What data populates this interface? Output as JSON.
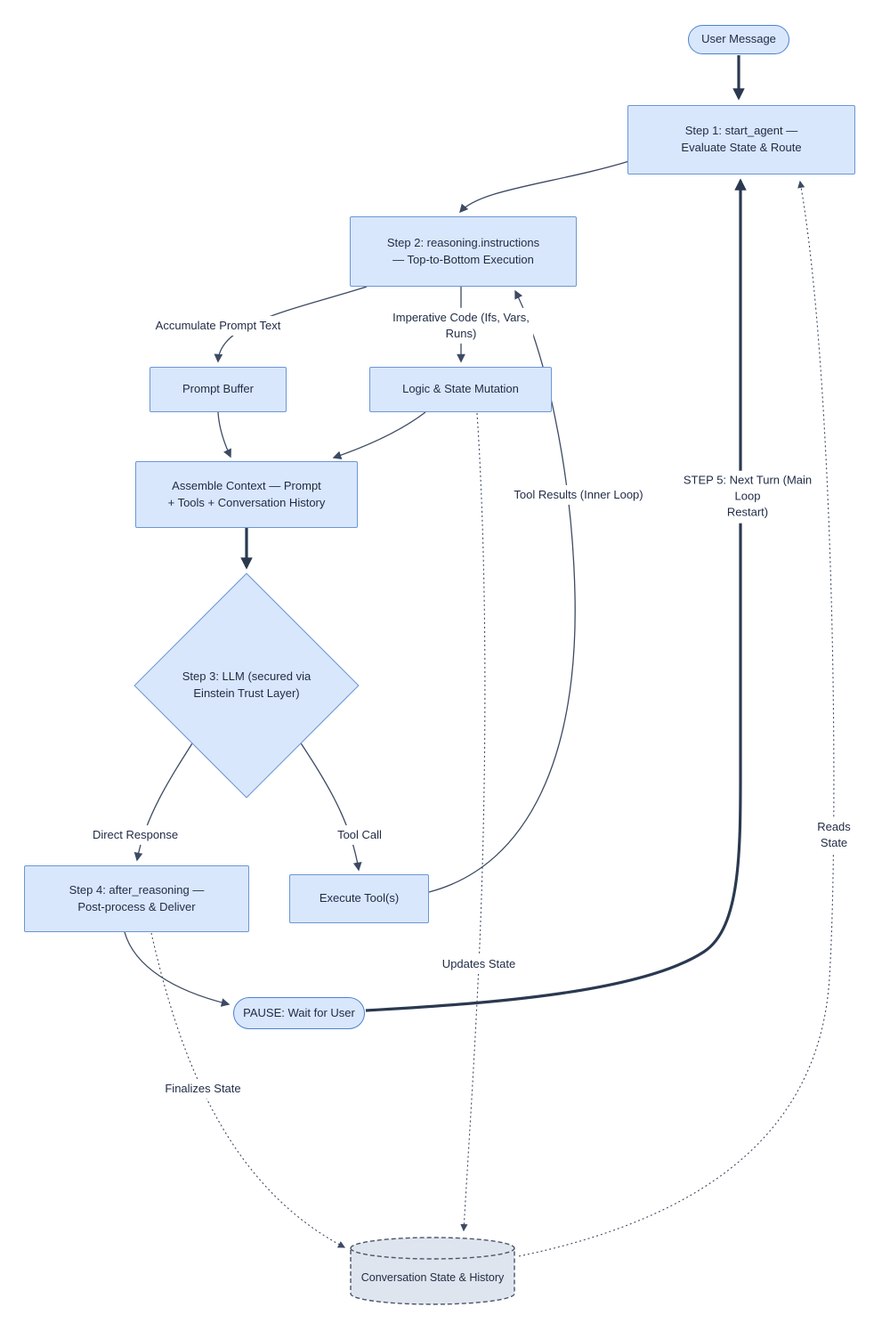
{
  "diagram": {
    "nodes": {
      "user_message": {
        "label": "User Message"
      },
      "step1": {
        "label": "Step 1: start_agent —\nEvaluate State & Route"
      },
      "step2": {
        "label": "Step 2: reasoning.instructions\n— Top-to-Bottom Execution"
      },
      "prompt_buffer": {
        "label": "Prompt Buffer"
      },
      "logic_state_mutation": {
        "label": "Logic & State Mutation"
      },
      "assemble_context": {
        "label": "Assemble Context — Prompt\n+ Tools + Conversation History"
      },
      "step3_llm": {
        "label": "Step 3: LLM (secured via\nEinstein Trust Layer)"
      },
      "step4": {
        "label": "Step 4: after_reasoning —\nPost-process & Deliver"
      },
      "execute_tools": {
        "label": "Execute Tool(s)"
      },
      "pause_wait": {
        "label": "PAUSE: Wait for User"
      },
      "conversation_state": {
        "label": "Conversation State & History"
      }
    },
    "edge_labels": {
      "accumulate_prompt_text": "Accumulate Prompt Text",
      "imperative_code": "Imperative Code (Ifs, Vars,\nRuns)",
      "tool_results_inner_loop": "Tool Results (Inner Loop)",
      "step5_next_turn": "STEP 5: Next Turn (Main Loop\nRestart)",
      "direct_response": "Direct Response",
      "tool_call": "Tool Call",
      "updates_state": "Updates State",
      "finalizes_state": "Finalizes State",
      "reads_state": "Reads State"
    },
    "colors": {
      "node_fill": "#d9e7fc",
      "node_border": "#6c96d4",
      "db_fill": "#dfe5ee",
      "db_border": "#4a5568",
      "edge": "#3c4a63",
      "edge_thick": "#2a3950",
      "text": "#1f2a44"
    }
  }
}
